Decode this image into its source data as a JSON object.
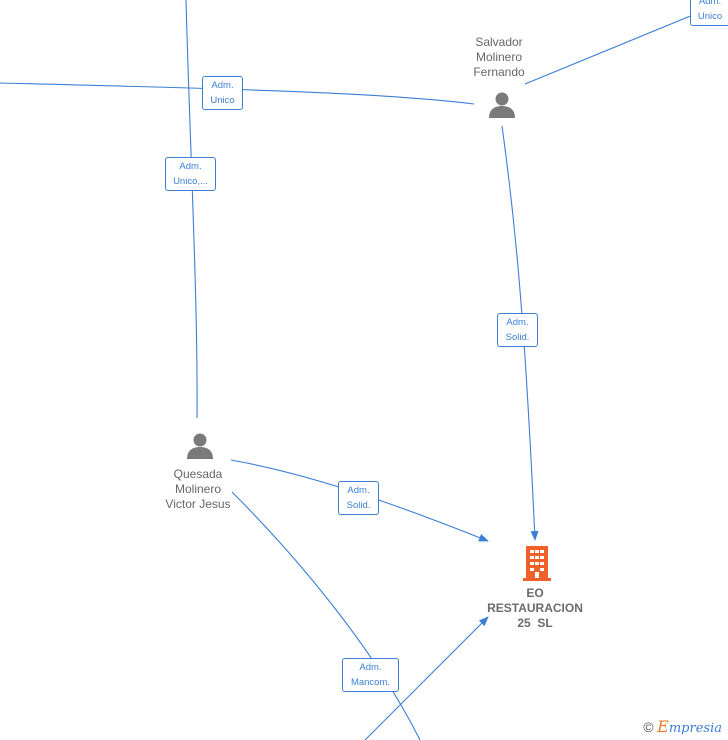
{
  "nodes": {
    "salvador": {
      "name_lines": [
        "Salvador",
        "Molinero",
        "Fernando"
      ],
      "icon": "person-icon"
    },
    "quesada": {
      "name_lines": [
        "Quesada",
        "Molinero",
        "Victor Jesus"
      ],
      "icon": "person-icon"
    },
    "company": {
      "name_lines": [
        "EO",
        "RESTAURACION",
        "25  SL"
      ],
      "icon": "building-icon",
      "color": "#f0602a"
    }
  },
  "edge_labels": {
    "top_right": [
      "Adm.",
      "Unico"
    ],
    "adm_unico_left": [
      "Adm.",
      "Unico"
    ],
    "adm_unico_dots": [
      "Adm.",
      "Unico,..."
    ],
    "salvador_solid": [
      "Adm.",
      "Solid."
    ],
    "quesada_solid": [
      "Adm.",
      "Solid."
    ],
    "mancom": [
      "Adm.",
      "Mancom."
    ]
  },
  "colors": {
    "edge": "#3b7fd4",
    "person": "#7a7a7a",
    "company": "#f0602a",
    "brand_accent": "#f07a28"
  },
  "brand": {
    "copyright": "©",
    "e": "E",
    "rest": "mpresia"
  }
}
